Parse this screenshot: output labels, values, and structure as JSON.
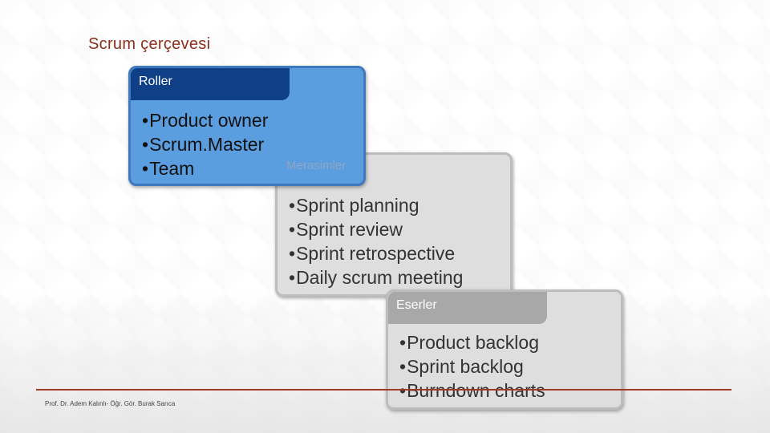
{
  "slide": {
    "title": "Scrum çerçevesi"
  },
  "cards": {
    "roller": {
      "heading": "Roller",
      "items": [
        "Product owner",
        "Scrum.Master",
        "Team"
      ]
    },
    "merasimler": {
      "heading": "Merasimler",
      "items": [
        "Sprint planning",
        "Sprint review",
        "Sprint retrospective",
        "Daily scrum meeting"
      ]
    },
    "eserler": {
      "heading": "Eserler",
      "items": [
        "Product backlog",
        "Sprint backlog",
        "Burndown charts"
      ]
    }
  },
  "bullet_glyph": "•",
  "footer": {
    "author": "Prof. Dr. Adem Kalınlı- Öğr. Gör. Burak Sarıca"
  },
  "colors": {
    "title": "#8b2e1d",
    "roller_card": "#5b9ee0",
    "roller_tab": "#0f3f86",
    "grey_card": "#dedede",
    "grey_tab": "#a8a8a8",
    "footer_line": "#a33a26"
  }
}
